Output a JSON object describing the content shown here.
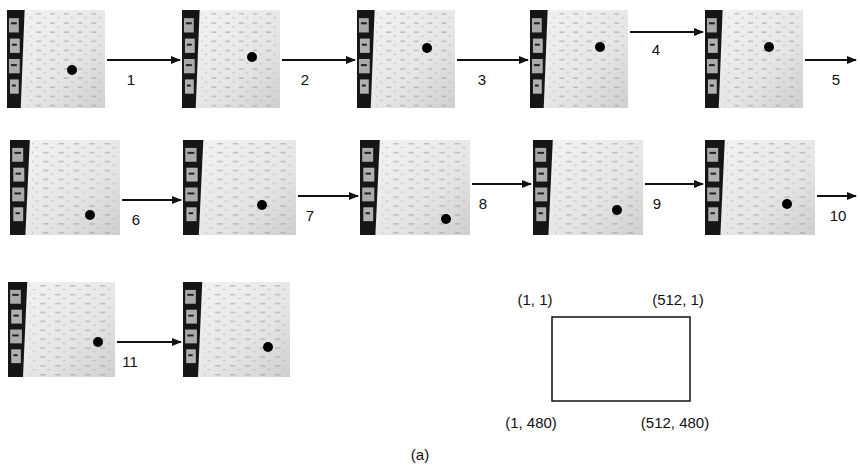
{
  "diagram": {
    "labels": [
      "1",
      "2",
      "3",
      "4",
      "5",
      "6",
      "7",
      "8",
      "9",
      "10",
      "11",
      "(1, 1)",
      "(512, 1)",
      "(1, 480)",
      "(512, 480)",
      "(a)"
    ]
  }
}
